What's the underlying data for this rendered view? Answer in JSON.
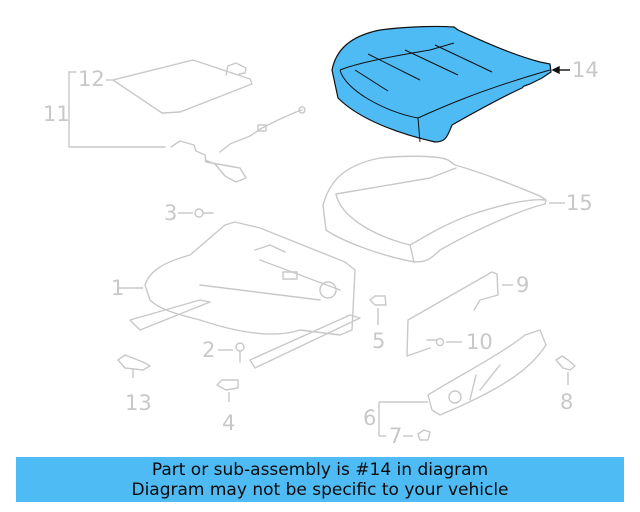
{
  "diagram": {
    "highlight_color": "#4fbbf5",
    "line_color_inactive": "#c8c8c8",
    "line_color_active": "#111111",
    "callouts": [
      {
        "id": "1",
        "label": "1"
      },
      {
        "id": "2",
        "label": "2"
      },
      {
        "id": "3",
        "label": "3"
      },
      {
        "id": "4",
        "label": "4"
      },
      {
        "id": "5",
        "label": "5"
      },
      {
        "id": "6",
        "label": "6"
      },
      {
        "id": "7",
        "label": "7"
      },
      {
        "id": "8",
        "label": "8"
      },
      {
        "id": "9",
        "label": "9"
      },
      {
        "id": "10",
        "label": "10"
      },
      {
        "id": "11",
        "label": "11"
      },
      {
        "id": "12",
        "label": "12"
      },
      {
        "id": "13",
        "label": "13"
      },
      {
        "id": "14",
        "label": "14",
        "highlighted": true
      },
      {
        "id": "15",
        "label": "15"
      }
    ]
  },
  "banner": {
    "line1": "Part or sub-assembly is #14 in diagram",
    "line2": "Diagram may not be specific to your vehicle"
  }
}
